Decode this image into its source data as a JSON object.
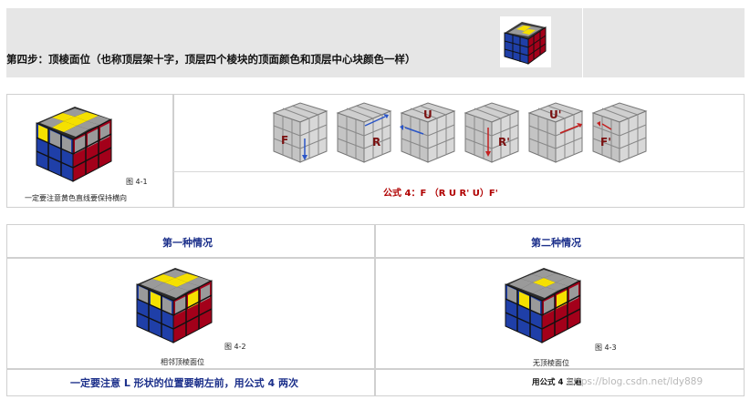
{
  "header": {
    "title": "第四步：顶棱面位（也称顶层架十字，顶层四个棱块的顶面颜色和顶层中心块颜色一样）"
  },
  "step_table": {
    "figure_label": "图 4-1",
    "figure_note": "一定要注意黄色直线要保持横向",
    "moves": [
      "F",
      "R",
      "U",
      "R'",
      "U'",
      "F'"
    ],
    "formula": "公式 4：F （R U R' U）F'"
  },
  "cases_table": {
    "case1": {
      "title": "第一种情况",
      "figure_label": "图 4-2",
      "figure_note": "相邻顶棱面位",
      "footer": "一定要注意 L 形状的位置要朝左前，用公式 4 两次"
    },
    "case2": {
      "title": "第二种情况",
      "figure_label": "图 4-3",
      "figure_note": "无顶棱面位",
      "footer": "用公式 4 三遍"
    }
  },
  "watermark": "https://blog.csdn.net/ldy889",
  "colors": {
    "yellow": "#f5e000",
    "blue": "#1f3fa8",
    "red": "#a3001a",
    "gray": "#9a9a9a",
    "formula_red": "#b00000",
    "heading_blue": "#1b2f8a"
  },
  "icons": [
    "rubiks-cube-icon",
    "arrow-icon"
  ]
}
